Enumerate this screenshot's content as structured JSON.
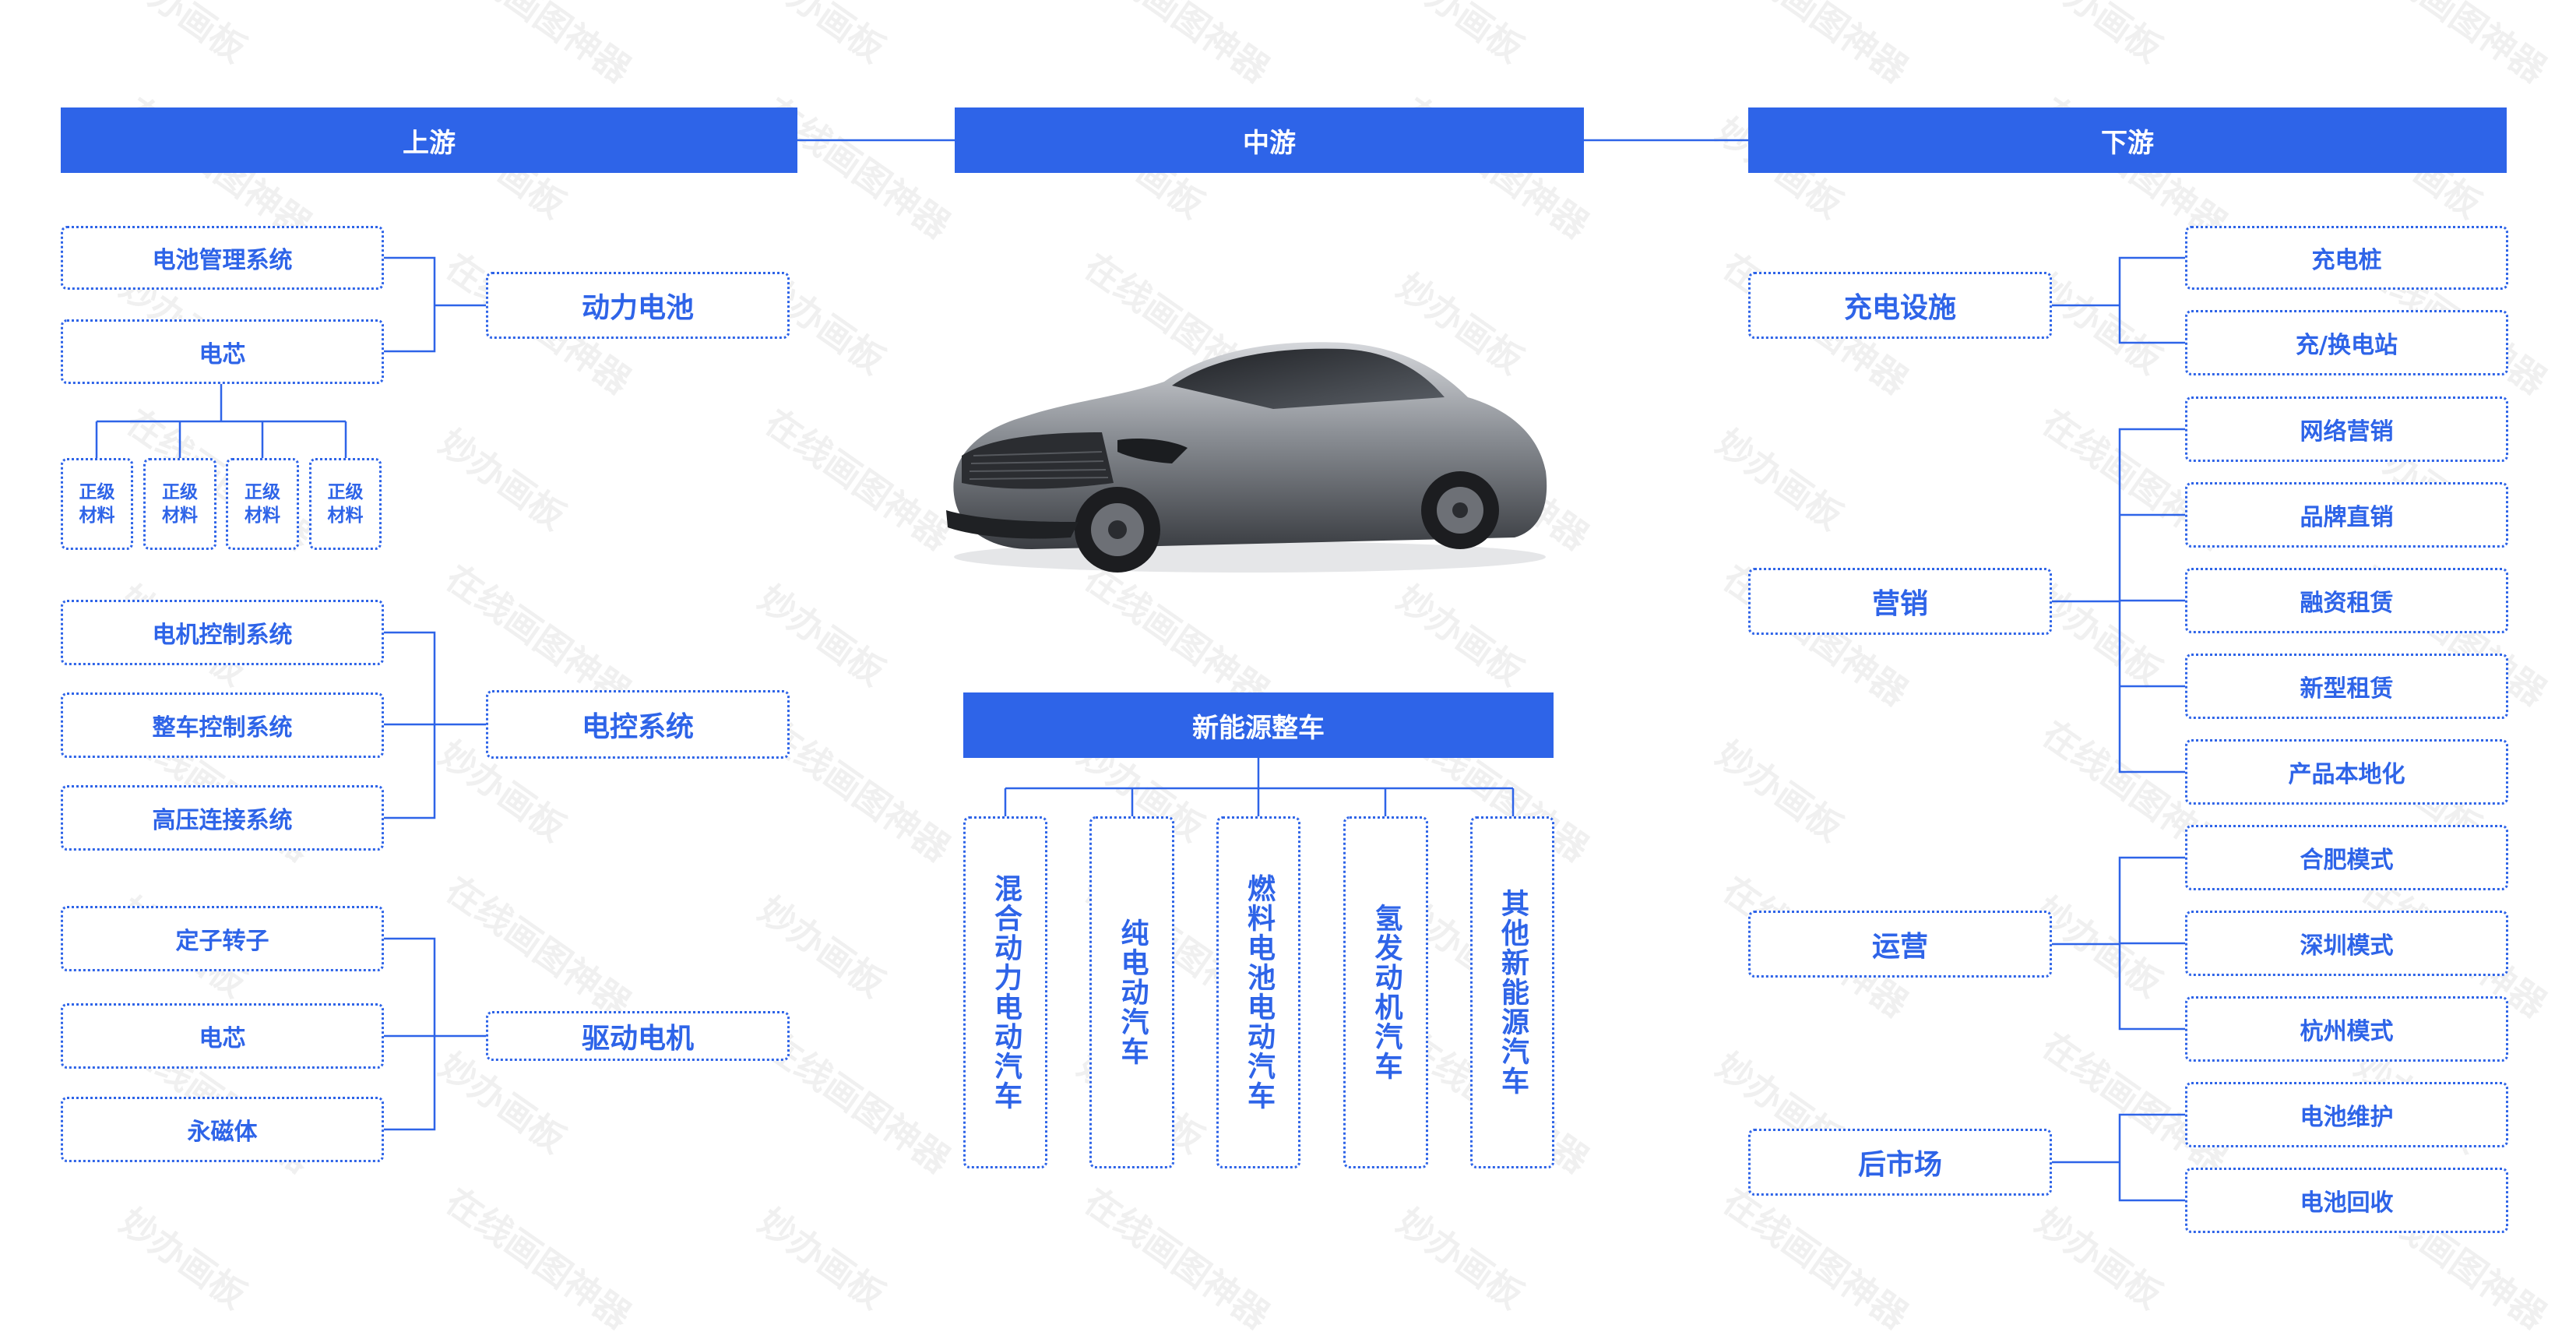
{
  "headers": {
    "upstream": "上游",
    "midstream": "中游",
    "downstream": "下游"
  },
  "upstream": {
    "battery": {
      "main": "动力电池",
      "subs": [
        "电池管理系统",
        "电芯"
      ],
      "materials": [
        "正级\n材料",
        "正级\n材料",
        "正级\n材料",
        "正级\n材料"
      ]
    },
    "control": {
      "main": "电控系统",
      "subs": [
        "电机控制系统",
        "整车控制系统",
        "高压连接系统"
      ]
    },
    "motor": {
      "main": "驱动电机",
      "subs": [
        "定子转子",
        "电芯",
        "永磁体"
      ]
    }
  },
  "midstream": {
    "vehicle_title": "新能源整车",
    "types": [
      "混合动力电动汽车",
      "纯电动汽车",
      "燃料电池电动汽车",
      "氢发动机汽车",
      "其他新能源汽车"
    ]
  },
  "downstream": {
    "charging": {
      "main": "充电设施",
      "subs": [
        "充电桩",
        "充/换电站"
      ]
    },
    "marketing": {
      "main": "营销",
      "subs": [
        "网络营销",
        "品牌直销",
        "融资租赁",
        "新型租赁",
        "产品本地化"
      ]
    },
    "operation": {
      "main": "运营",
      "subs": [
        "合肥模式",
        "深圳模式",
        "杭州模式"
      ]
    },
    "aftermarket": {
      "main": "后市场",
      "subs": [
        "电池维护",
        "电池回收"
      ]
    }
  },
  "watermark": [
    "妙办画板",
    "在线画图神器"
  ],
  "colors": {
    "accent": "#2e64e8",
    "background": "#ffffff"
  },
  "image": "car-photo"
}
